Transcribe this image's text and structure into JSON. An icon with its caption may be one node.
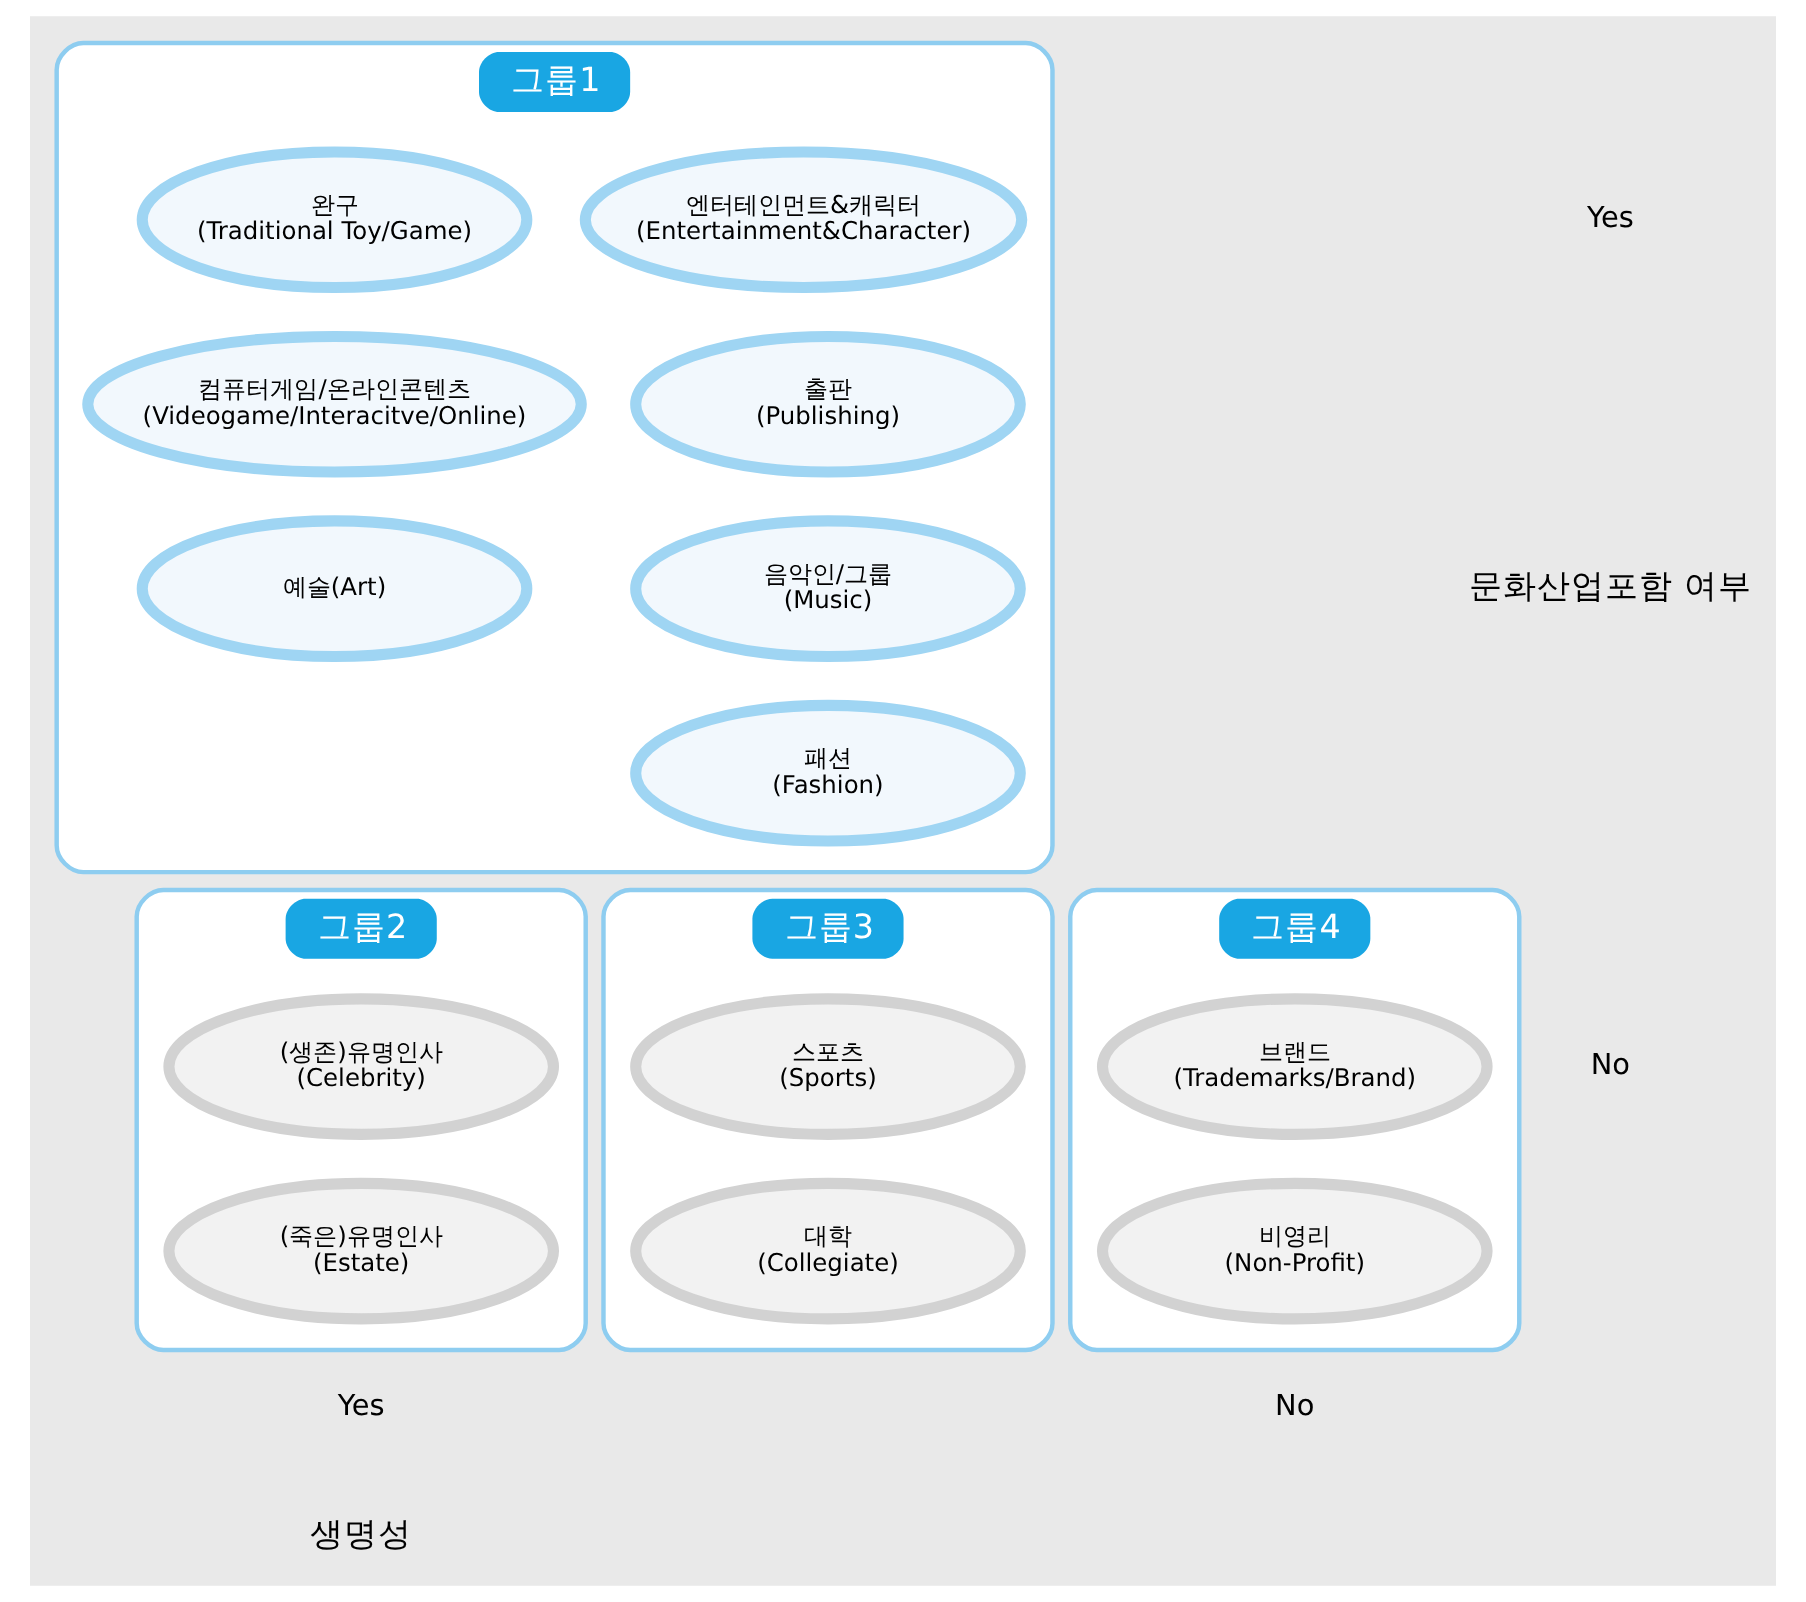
{
  "diagram": {
    "nodes": [
      {
        "text": [
          "그룹1"
        ]
      },
      {
        "text": [
          "엔터테인먼트&캐릭터",
          "(Entertainment&Character)"
        ],
        "in": 0
      },
      {
        "text": [
          "완구",
          "(Traditional Toy/Game)"
        ],
        "in": 0
      },
      {
        "text": [
          "출판",
          "(Publishing)"
        ],
        "in": 0
      },
      {
        "text": [
          "컴퓨터게임/온라인콘텐츠",
          "(Videogame/Interacitve/Online)"
        ],
        "in": 0
      },
      {
        "text": [
          "음악인/그룹",
          "(Music)"
        ],
        "in": 0
      },
      {
        "text": [
          "예술(Art)"
        ],
        "in": 0
      },
      {
        "text": [
          "패션",
          "(Fashion)"
        ],
        "in": 0
      },
      {
        "text": [
          "그룹2"
        ]
      },
      {
        "text": [
          "(생존)유명인사",
          "(Celebrity)"
        ],
        "in": 8
      },
      {
        "text": [
          "(죽은)유명인사",
          "(Estate)"
        ],
        "in": 8
      },
      {
        "text": [
          "그룹3"
        ]
      },
      {
        "text": [
          "스포츠",
          "(Sports)"
        ],
        "in": 11
      },
      {
        "text": [
          "대학",
          "(Collegiate)"
        ],
        "in": 11
      },
      {
        "text": [
          "그룹4"
        ]
      },
      {
        "text": [
          "브랜드",
          "(Trademarks/Brand)"
        ],
        "in": 14
      },
      {
        "text": [
          "비영리",
          "(Non-Profit)"
        ],
        "in": 14
      }
    ],
    "edges": [],
    "labels": [
      "Yes",
      "문화산업포함 여부",
      "No",
      "Yes",
      "No",
      "생명성"
    ]
  }
}
